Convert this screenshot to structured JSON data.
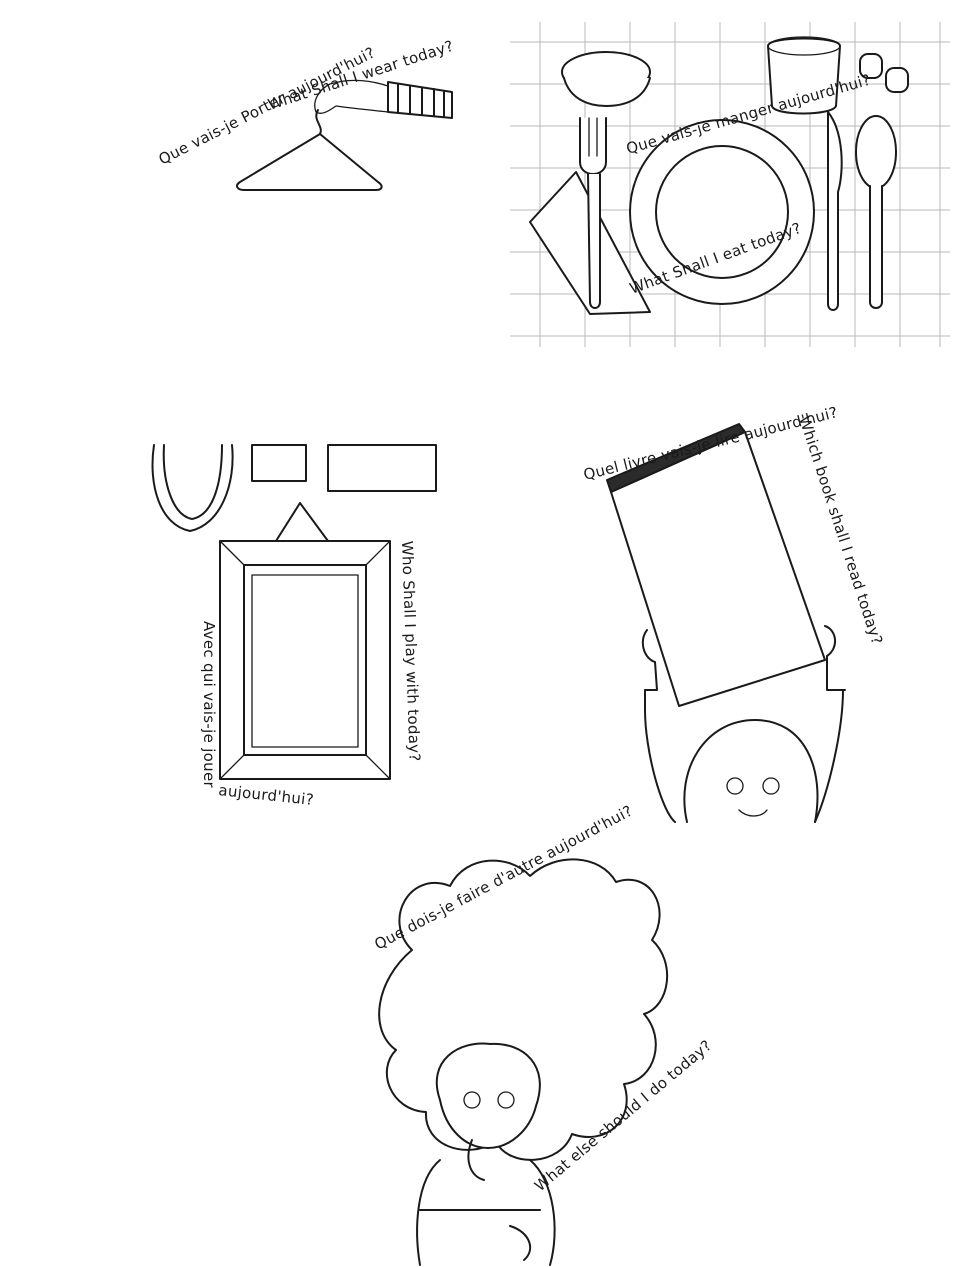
{
  "panels": {
    "wear": {
      "fr": "Que vais-je Porter aujourd'hui?",
      "en": "What Shall I wear today?"
    },
    "eat": {
      "fr": "Que vais-je manger aujourd'hui?",
      "en": "What Shall I eat today?"
    },
    "play": {
      "en": "Who Shall I play with today?",
      "fr1": "Avec qui vais-je jouer",
      "fr2": "aujourd'hui?"
    },
    "read": {
      "fr": "Quel livre vais-je lire aujourd'hui?",
      "en": "Which book shall I read today?"
    },
    "else": {
      "fr": "Que dois-je faire d'autre aujourd'hui?",
      "en": "What else should I do today?"
    }
  },
  "colors": {
    "ink": "#1a1a1a",
    "grid": "#b9b9b9",
    "paper": "#ffffff"
  }
}
